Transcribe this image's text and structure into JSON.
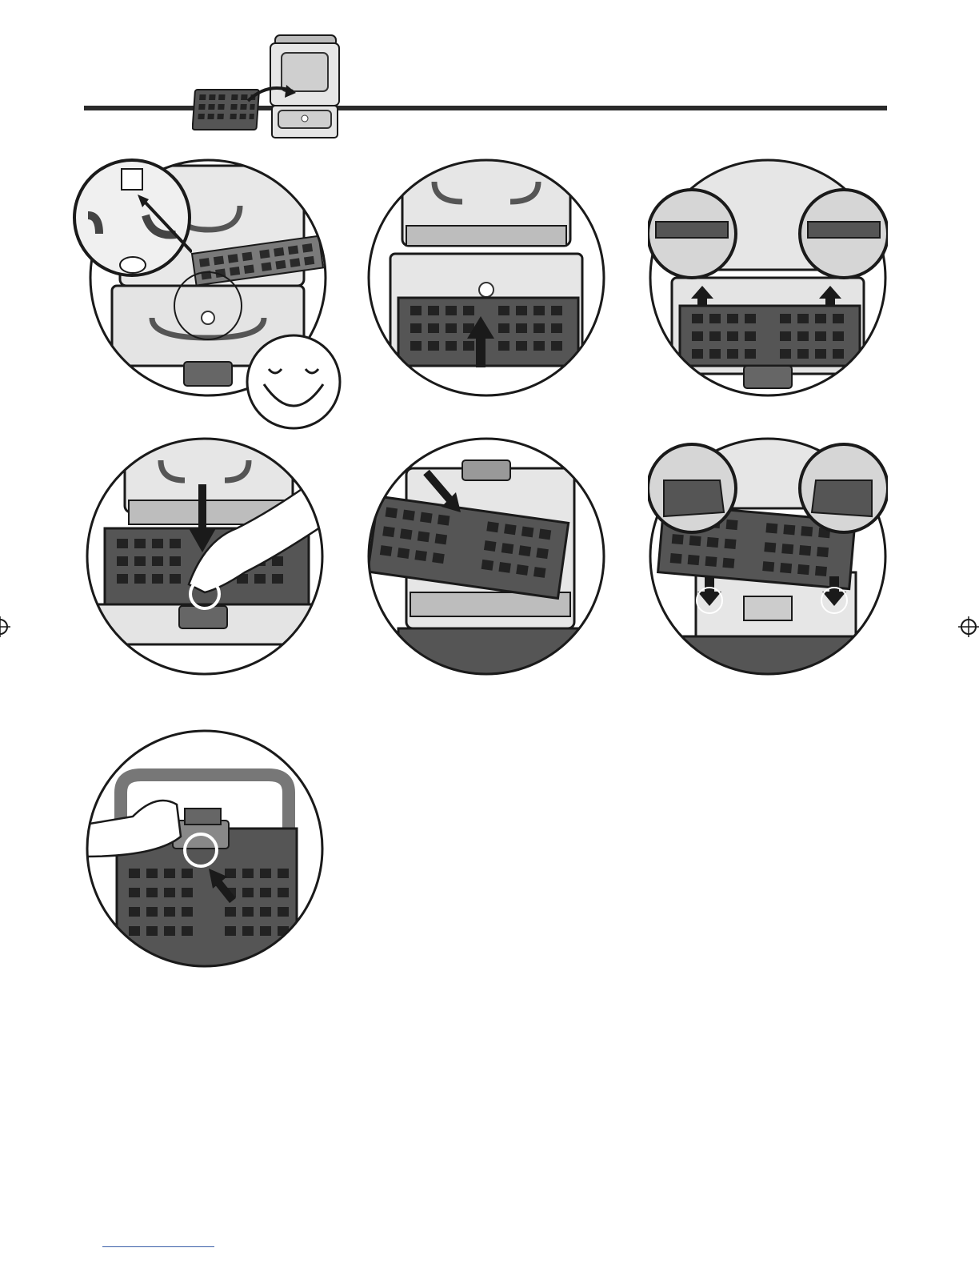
{
  "document": {
    "page_width": 1224,
    "page_height": 1584
  },
  "icons": {
    "header": "waffle-plate-insert-icon",
    "smiley": "smiley-face-icon",
    "arrow": "arrow-icon",
    "hand": "hand-icon",
    "registration": "registration-mark-icon"
  },
  "colors": {
    "ink": "#1a1a1a",
    "metal": "#9a9a9a",
    "metal_light": "#d8d8d8",
    "plate": "#3c3c3c",
    "paper": "#ffffff",
    "rule": "#3a5fa8"
  },
  "steps": [
    {
      "id": 1
    },
    {
      "id": 2
    },
    {
      "id": 3
    },
    {
      "id": 4
    },
    {
      "id": 5
    },
    {
      "id": 6
    },
    {
      "id": 7
    }
  ]
}
